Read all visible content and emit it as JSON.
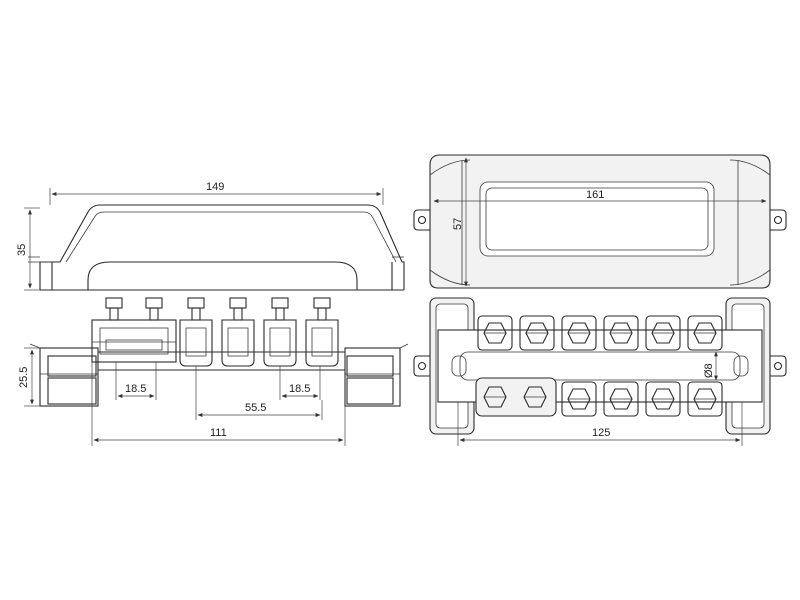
{
  "dimensions": {
    "top_width": "149",
    "top_height": "35",
    "plan_width": "161",
    "plan_height": "57",
    "front_width": "111",
    "front_height": "25.5",
    "clamp_width_left": "18.5",
    "clamp_width_right": "18.5",
    "clamp_span": "55.5",
    "base_width": "125",
    "hole_diameter": "Ø8"
  }
}
